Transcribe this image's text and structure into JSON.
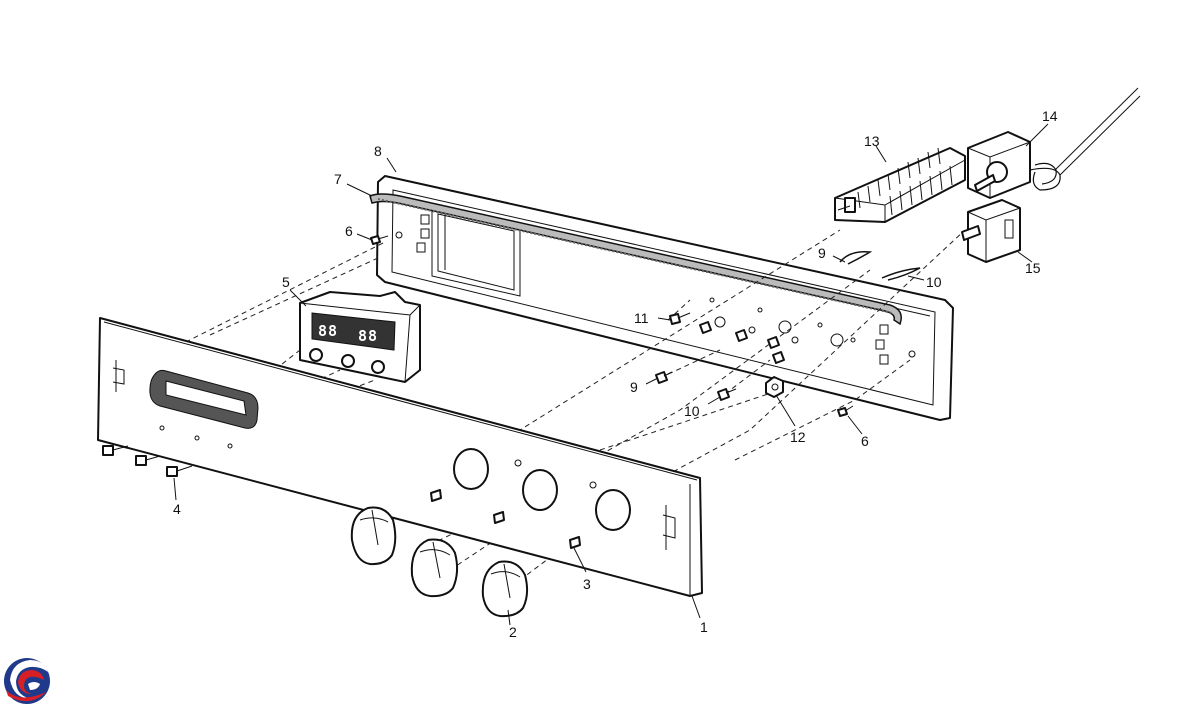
{
  "diagram": {
    "callouts": [
      {
        "id": "c1",
        "text": "1"
      },
      {
        "id": "c2",
        "text": "2"
      },
      {
        "id": "c3",
        "text": "3"
      },
      {
        "id": "c4",
        "text": "4"
      },
      {
        "id": "c5",
        "text": "5"
      },
      {
        "id": "c6a",
        "text": "6"
      },
      {
        "id": "c6b",
        "text": "6"
      },
      {
        "id": "c7",
        "text": "7"
      },
      {
        "id": "c8",
        "text": "8"
      },
      {
        "id": "c9a",
        "text": "9"
      },
      {
        "id": "c9b",
        "text": "9"
      },
      {
        "id": "c10a",
        "text": "10"
      },
      {
        "id": "c10b",
        "text": "10"
      },
      {
        "id": "c11",
        "text": "11"
      },
      {
        "id": "c12",
        "text": "12"
      },
      {
        "id": "c13",
        "text": "13"
      },
      {
        "id": "c14",
        "text": "14"
      },
      {
        "id": "c15",
        "text": "15"
      }
    ],
    "timer_display": {
      "left": "88",
      "right": "88"
    }
  },
  "logo": {
    "name": "brand-logo",
    "colors": [
      "#1f3a8a",
      "#d81f26"
    ]
  }
}
